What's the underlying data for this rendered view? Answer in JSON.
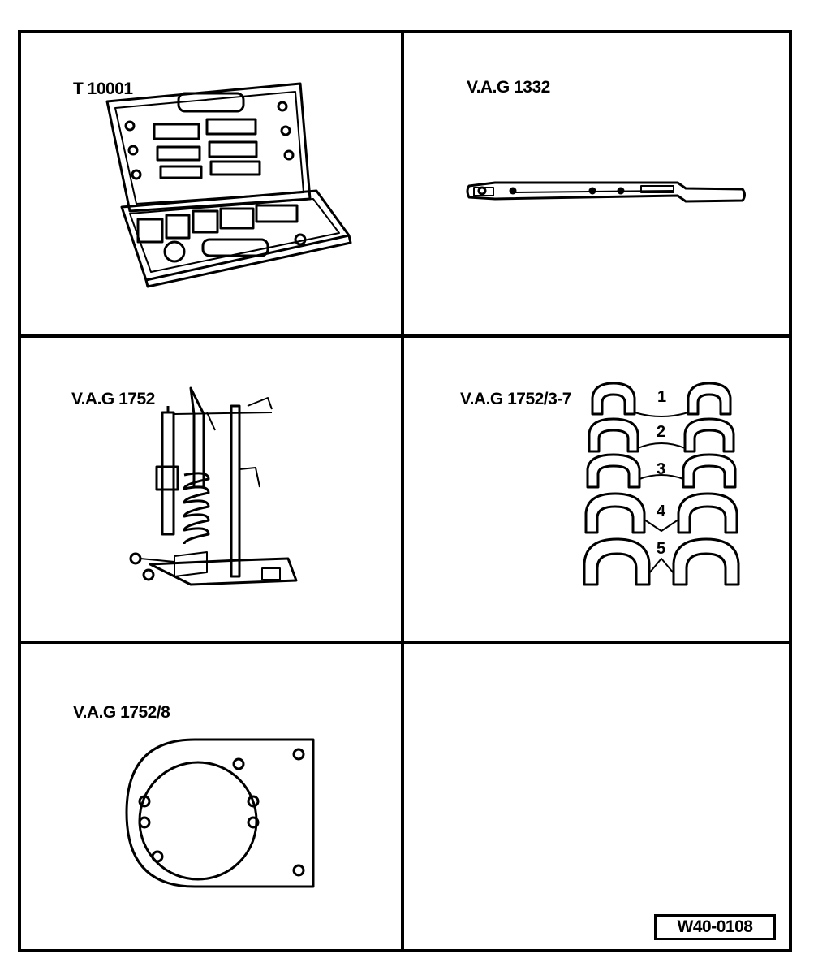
{
  "tools": [
    {
      "id": "T 10001"
    },
    {
      "id": "V.A.G 1332"
    },
    {
      "id": "V.A.G 1752"
    },
    {
      "id": "V.A.G 1752/3-7",
      "parts": [
        "1",
        "2",
        "3",
        "4",
        "5"
      ]
    },
    {
      "id": "V.A.G 1752/8"
    }
  ],
  "drawing_code": "W40-0108"
}
